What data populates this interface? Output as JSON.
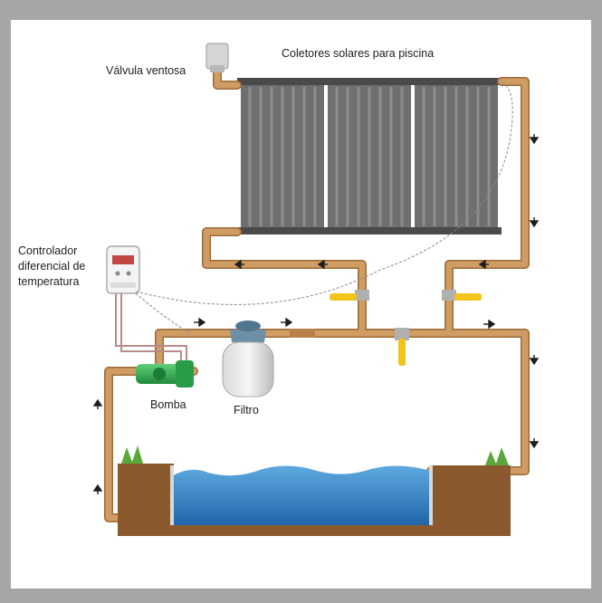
{
  "labels": {
    "vent_valve": "Válvula ventosa",
    "collectors": "Coletores solares para piscina",
    "controller_line1": "Controlador",
    "controller_line2": "diferencial de",
    "controller_line3": "temperatura",
    "pump": "Bomba",
    "filter": "Filtro"
  },
  "colors": {
    "frame": "#a6a6a6",
    "pipe": "#c8955d",
    "pipe_dark": "#9c6a37",
    "collector_panel": "#6f6f6f",
    "collector_tube": "#8a8a8a",
    "valve_handle": "#f2c318",
    "pump": "#2faa4e",
    "water": "#2f80c6",
    "soil": "#8a5a2e",
    "grass": "#5aa83a"
  },
  "icons": {
    "vent_valve": "vent-valve-icon",
    "controller": "thermostat-controller-icon",
    "pump": "pump-icon",
    "filter": "sand-filter-icon"
  }
}
